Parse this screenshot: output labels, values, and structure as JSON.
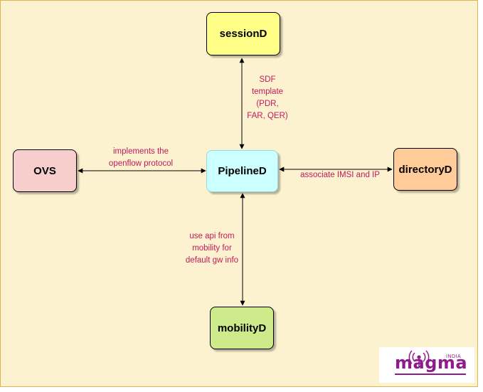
{
  "diagram": {
    "nodes": {
      "sessiond": {
        "label": "sessionD",
        "color": "#ffff88"
      },
      "ovs": {
        "label": "OVS",
        "color": "#f8cecc"
      },
      "pipelined": {
        "label": "PipelineD",
        "color": "#ccffff"
      },
      "directoryd": {
        "label": "directoryD",
        "color": "#ffcc99"
      },
      "mobilityd": {
        "label": "mobilityD",
        "color": "#cdeb8b"
      }
    },
    "edges": {
      "session_pipeline": "SDF\ntemplate\n(PDR,\nFAR, QER)",
      "ovs_pipeline": "implements the\nopenflow protocol",
      "pipeline_directory": "associate IMSI and IP",
      "pipeline_mobility": "use api from\nmobility for\ndefault gw info"
    },
    "accent": "#c2185b"
  },
  "logo": {
    "word": "magma",
    "country": "INDIA",
    "color": "#8e1b8e"
  }
}
